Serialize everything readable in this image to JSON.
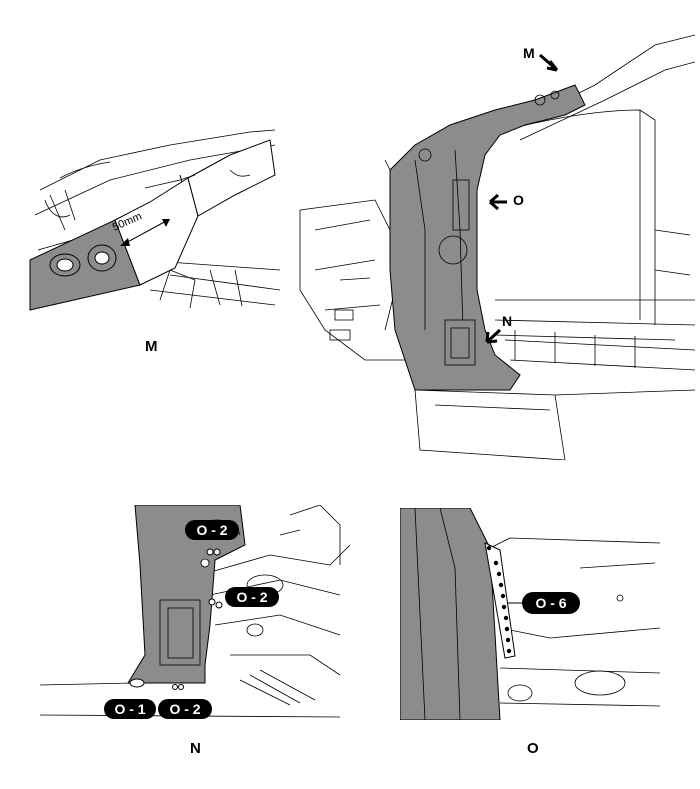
{
  "detail_m": {
    "dimension_label": "50mm",
    "caption": "M"
  },
  "overview": {
    "markers": [
      {
        "id": "m",
        "letter": "M"
      },
      {
        "id": "o",
        "letter": "O"
      },
      {
        "id": "n",
        "letter": "N"
      }
    ]
  },
  "detail_n": {
    "caption": "N",
    "labels": [
      "O - 2",
      "O - 2",
      "O - 1",
      "O - 2"
    ]
  },
  "detail_o": {
    "caption": "O",
    "labels": [
      "O - 6"
    ]
  },
  "colors": {
    "panel_fill": "#8c8c8c",
    "line": "#000000",
    "callout_bg": "#000000",
    "callout_text": "#ffffff"
  }
}
